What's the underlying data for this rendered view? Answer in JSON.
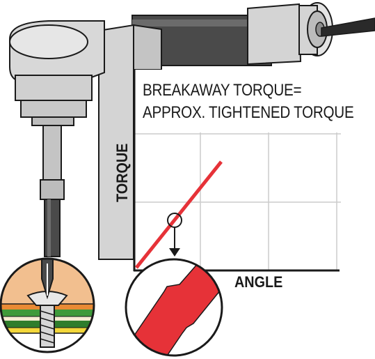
{
  "title": {
    "line1": "BREAKAWAY TORQUE=",
    "line2": "APPROX. TIGHTENED TORQUE"
  },
  "axes": {
    "y_label": "TORQUE",
    "x_label": "ANGLE"
  },
  "colors": {
    "torque_line": "#e63238",
    "grid": "#cccccc",
    "axis": "#1a1a1a",
    "tool_grey": "#d4d4d4",
    "tool_dark": "#4a4a4a",
    "layer_wood": "#f2bf8f",
    "layer_green": "#3f9a3a",
    "layer_orange": "#e98a34",
    "layer_yellow": "#f3d73a"
  },
  "icons": {
    "driver": "torque-wrench-icon",
    "magnifier": "zoom-circle-icon",
    "screw": "screw-icon"
  }
}
